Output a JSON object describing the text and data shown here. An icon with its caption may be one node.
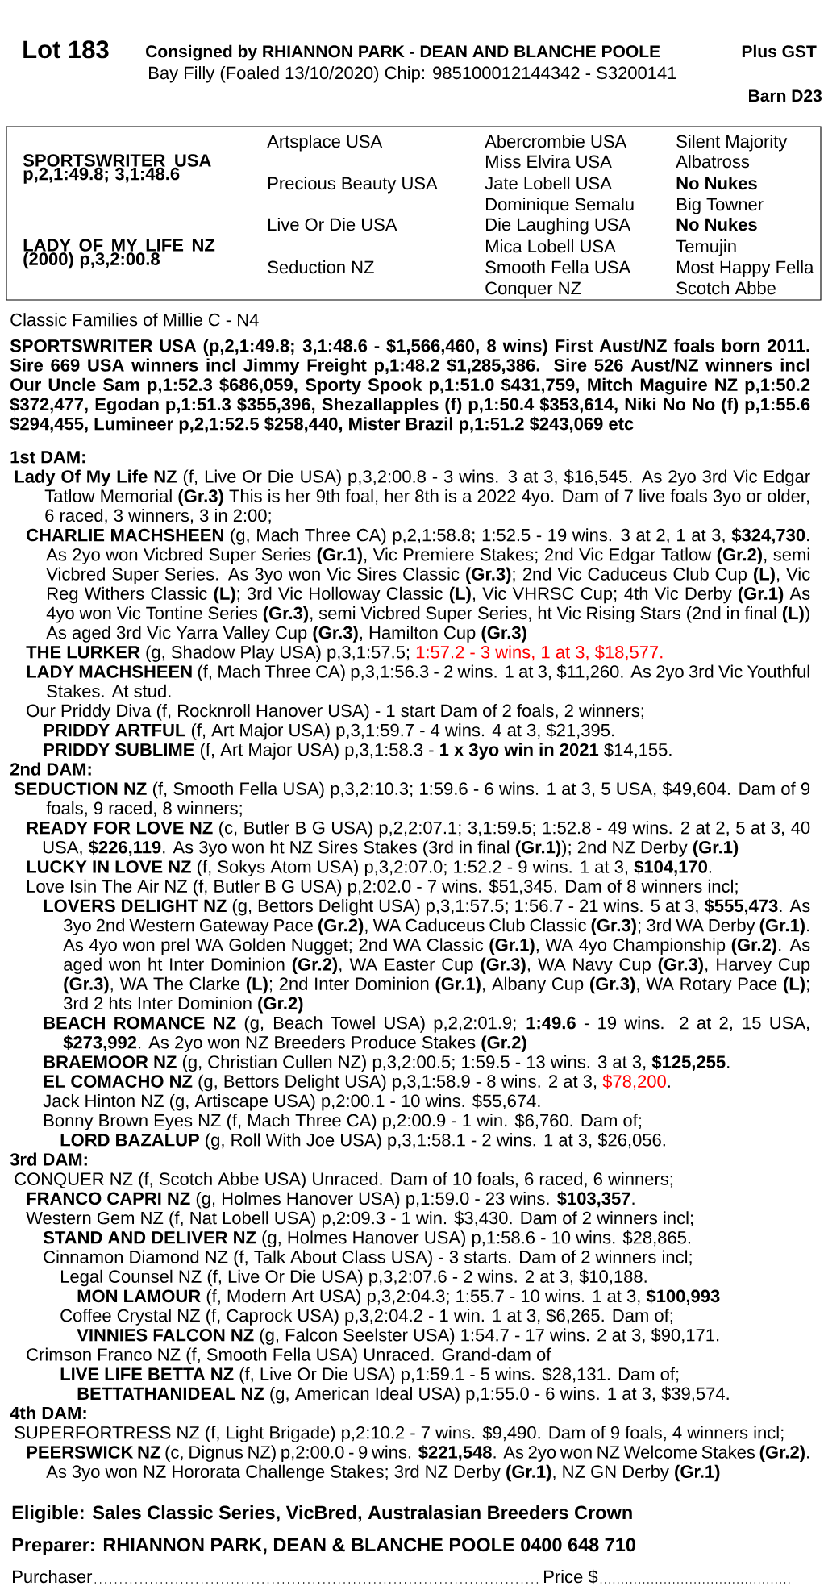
{
  "diagram": {
    "labels": [
      "Lot 183",
      "Consigned by RHIANNON PARK - DEAN AND BLANCHE POOLE",
      "Plus GST",
      "Bay Filly (Foaled 13/10/2020) Chip: 985100012144342 - S3200141",
      "Barn D23",
      "Artsplace USA",
      "Abercrombie USA",
      "Silent Majority",
      "SPORTSWRITER USA p,2,1:49.8; 3,1:48.6",
      "Miss Elvira USA",
      "Albatross",
      "Precious Beauty USA",
      "Jate Lobell USA",
      "No Nukes",
      "Dominique Semalu",
      "Big Towner",
      "Live Or Die USA",
      "Die Laughing USA",
      "No Nukes",
      "LADY OF MY LIFE NZ (2000) p,3,2:00.8",
      "Mica Lobell USA",
      "Temujin",
      "Seduction NZ",
      "Smooth Fella USA",
      "Most Happy Fella",
      "Conquer NZ",
      "Scotch Abbe",
      "Classic Families of Millie C - N4",
      "SPORTSWRITER USA (p,2,1:49.8; 3,1:48.6 - $1,566,460, 8 wins) First Aust/NZ foals born 2011. Sire 669 USA winners incl Jimmy Freight p,1:48.2 $1,285,386. Sire 526 Aust/NZ winners incl Our Uncle Sam p,1:52.3 $686,059, Sporty Spook p,1:51.0 $431,759, Mitch Maguire NZ p,1:50.2 $372,477, Egodan p,1:51.3 $355,396, Shezallapples (f) p,1:50.4 $353,614, Niki No No (f) p,1:55.6 $294,455, Lumineer p,2,1:52.5 $258,440, Mister Brazil p,1:51.2 $243,069 etc",
      "1st DAM:",
      "**Lady Of My Life NZ** (f, Live Or Die USA) p,3,2:00.8 - 3 wins. 3 at 3, $16,545. As 2yo 3rd Vic Edgar Tatlow Memorial **(Gr.3)** This is her 9th foal, her 8th is a 2022 4yo. Dam of 7 live foals 3yo or older, 6 raced, 3 winners, 3 in 2:00;",
      "**CHARLIE MACHSHEEN** (g, Mach Three CA) p,2,1:58.8; 1:52.5 - 19 wins. 3 at 2, 1 at 3, **$324,730**. As 2yo won Vicbred Super Series **(Gr.1)**, Vic Premiere Stakes; 2nd Vic Edgar Tatlow **(Gr.2)**, semi Vicbred Super Series. As 3yo won Vic Sires Classic **(Gr.3)**; 2nd Vic Caduceus Club Cup **(L)**, Vic Reg Withers Classic **(L)**; 3rd Vic Holloway Classic **(L)**, Vic VHRSC Cup; 4th Vic Derby **(Gr.1)** As 4yo won Vic Tontine Series **(Gr.3)**, semi Vicbred Super Series, ht Vic Rising Stars (2nd in final **(L)**) As aged 3rd Vic Yarra Valley Cup **(Gr.3)**, Hamilton Cup **(Gr.3)**",
      "**THE LURKER** (g, Shadow Play USA) p,3,1:57.5;",
      "1:57.2 - 3 wins, 1 at 3, $18,577.",
      "**LADY MACHSHEEN** (f, Mach Three CA) p,3,1:56.3 - 2 wins. 1 at 3, $11,260. As 2yo 3rd Vic Youthful Stakes. At stud.",
      "Our Priddy Diva (f, Rocknroll Hanover USA) - 1 start Dam of 2 foals, 2 winners;",
      "**PRIDDY ARTFUL** (f, Art Major USA) p,3,1:59.7 - 4 wins. 4 at 3, $21,395.",
      "**PRIDDY SUBLIME** (f, Art Major USA) p,3,1:58.3 - **1 x 3yo win in 2021** $14,155.",
      "2nd DAM:",
      "**SEDUCTION NZ** (f, Smooth Fella USA) p,3,2:10.3; 1:59.6 - 6 wins. 1 at 3, 5 USA, $49,604. Dam of 9 foals, 9 raced, 8 winners;",
      "**READY FOR LOVE NZ** (c, Butler B G USA) p,2,2:07.1; 3,1:59.5; 1:52.8 - 49 wins. 2 at 2, 5 at 3, 40 USA, **$226,119**. As 3yo won ht NZ Sires Stakes (3rd in final **(Gr.1)**); 2nd NZ Derby **(Gr.1)**",
      "**LUCKY IN LOVE NZ** (f, Sokys Atom USA) p,3,2:07.0; 1:52.2 - 9 wins. 1 at 3, **$104,170**.",
      "Love Isin The Air NZ (f, Butler B G USA) p,2:02.0 - 7 wins. $51,345. Dam of 8 winners incl;",
      "**LOVERS DELIGHT NZ** (g, Bettors Delight USA) p,3,1:57.5; 1:56.7 - 21 wins. 5 at 3, **$555,473**. As 3yo 2nd Western Gateway Pace **(Gr.2)**, WA Caduceus Club Classic **(Gr.3)**; 3rd WA Derby **(Gr.1)**. As 4yo won prel WA Golden Nugget; 2nd WA Classic **(Gr.1)**, WA 4yo Championship **(Gr.2)**. As aged won ht Inter Dominion **(Gr.2)**, WA Easter Cup **(Gr.3)**, WA Navy Cup **(Gr.3)**, Harvey Cup **(Gr.3)**, WA The Clarke **(L)**; 2nd Inter Dominion **(Gr.1)**, Albany Cup **(Gr.3)**, WA Rotary Pace **(L)**; 3rd 2 hts Inter Dominion **(Gr.2)**",
      "**BEACH ROMANCE NZ** (g, Beach Towel USA) p,2,2:01.9; **1:49.6** - 19 wins. 2 at 2, 15 USA, **$273,992**. As 2yo won NZ Breeders Produce Stakes **(Gr.2)**",
      "**BRAEMOOR NZ** (g, Christian Cullen NZ) p,3,2:00.5; 1:59.5 - 13 wins. 3 at 3, **$125,255**.",
      "**EL COMACHO NZ** (g, Bettors Delight USA) p,3,1:58.9 - 8 wins. 2 at 3,",
      "$78,200",
      ".",
      "Jack Hinton NZ (g, Artiscape USA) p,2:00.1 - 10 wins. $55,674.",
      "Bonny Brown Eyes NZ (f, Mach Three CA) p,2:00.9 - 1 win. $6,760. Dam of;",
      "**LORD BAZALUP** (g, Roll With Joe USA) p,3,1:58.1 - 2 wins. 1 at 3, $26,056.",
      "3rd DAM:",
      "CONQUER NZ (f, Scotch Abbe USA) Unraced. Dam of 10 foals, 6 raced, 6 winners;",
      "**FRANCO CAPRI NZ** (g, Holmes Hanover USA) p,1:59.0 - 23 wins. **$103,357**.",
      "Western Gem NZ (f, Nat Lobell USA) p,2:09.3 - 1 win. $3,430. Dam of 2 winners incl;",
      "**STAND AND DELIVER NZ** (g, Holmes Hanover USA) p,1:58.6 - 10 wins. $28,865.",
      "Cinnamon Diamond NZ (f, Talk About Class USA) - 3 starts. Dam of 2 winners incl;",
      "Legal Counsel NZ (f, Live Or Die USA) p,3,2:07.6 - 2 wins. 2 at 3, $10,188.",
      "**MON LAMOUR** (f, Modern Art USA) p,3,2:04.3; 1:55.7 - 10 wins. 1 at 3, **$100,993**",
      "Coffee Crystal NZ (f, Caprock USA) p,3,2:04.2 - 1 win. 1 at 3, $6,265. Dam of;",
      "**VINNIES FALCON NZ** (g, Falcon Seelster USA) 1:54.7 - 17 wins. 2 at 3, $90,171.",
      "Crimson Franco NZ (f, Smooth Fella USA) Unraced. Grand-dam of",
      "**LIVE LIFE BETTA NZ** (f, Live Or Die USA) p,1:59.1 - 5 wins. $28,131. Dam of;",
      "**BETTATHANIDEAL NZ** (g, American Ideal USA) p,1:55.0 - 6 wins. 1 at 3, $39,574.",
      "4th DAM:",
      "SUPERFORTRESS NZ (f, Light Brigade) p,2:10.2 - 7 wins. $9,490. Dam of 9 foals, 4 winners incl;",
      "**PEERSWICK NZ** (c, Dignus NZ) p,2:00.0 - 9 wins. **$221,548**. As 2yo won NZ Welcome Stakes **(Gr.2)**. As 3yo won NZ Hororata Challenge Stakes; 3rd NZ Derby **(Gr.1)**, NZ GN Derby **(Gr.1)**",
      "Eligible: Sales Classic Series, VicBred, Australasian Breeders Crown",
      "Preparer: RHIANNON PARK, DEAN & BLANCHE POOLE 0400 648 710",
      "Purchaser",
      "Price $"
    ]
  }
}
